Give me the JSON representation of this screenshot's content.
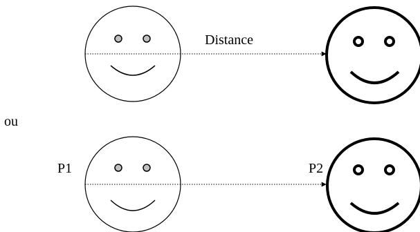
{
  "top_row": {
    "label": "Distance"
  },
  "connector_word": "ou",
  "bottom_row": {
    "start_label": "P1",
    "end_label": "P2"
  },
  "colors": {
    "stroke": "#000000",
    "eye_fill": "#c0c0c0",
    "background": "#ffffff"
  }
}
